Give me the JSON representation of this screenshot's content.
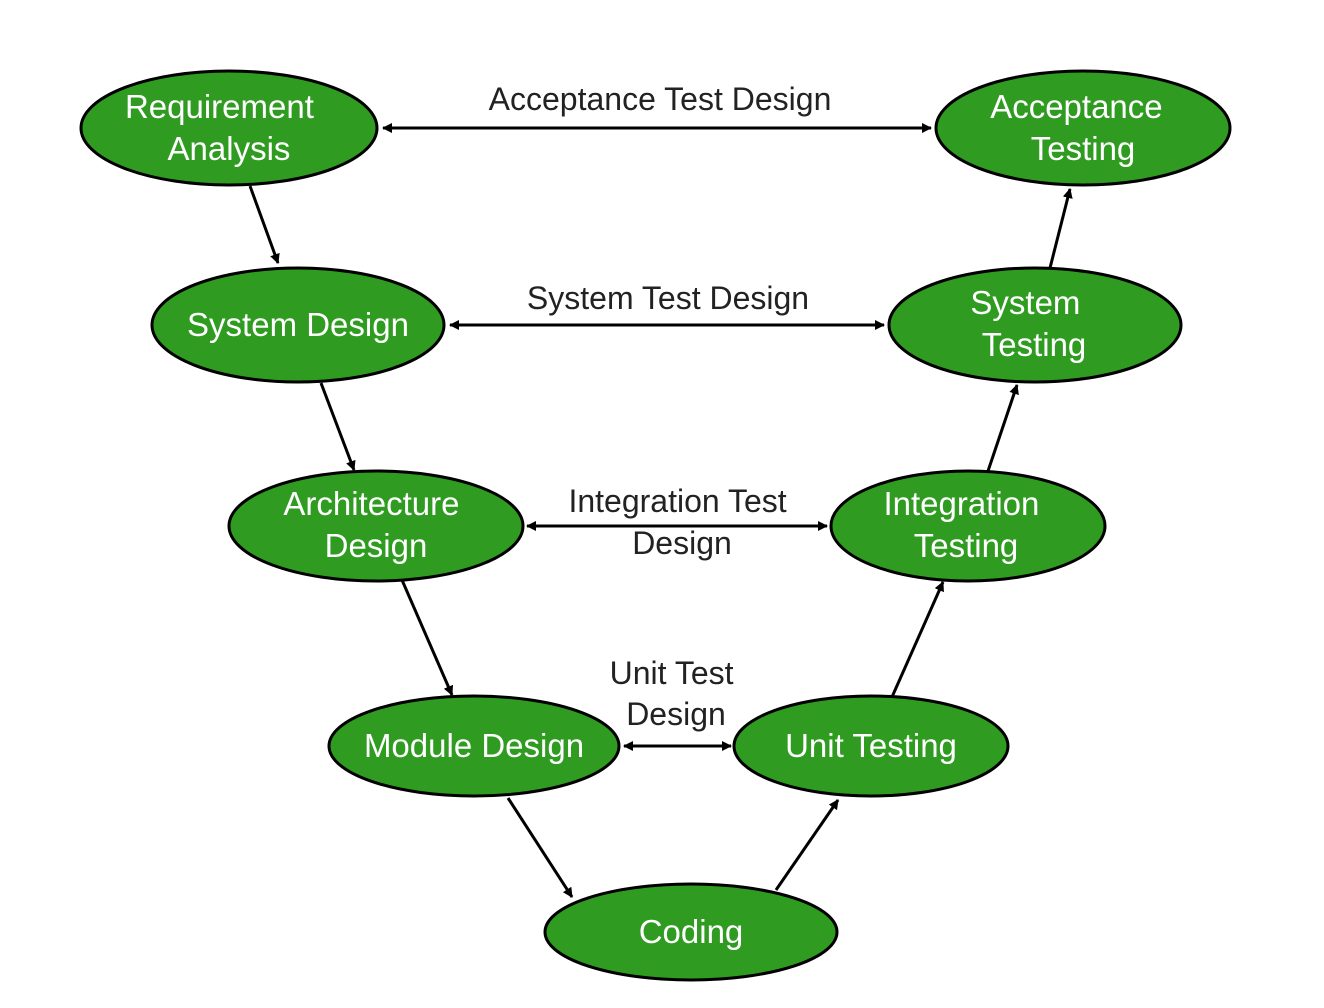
{
  "colors": {
    "node_fill": "#2f9c21",
    "node_stroke": "#000000",
    "node_text": "#ffffff",
    "edge_label_text": "#222222"
  },
  "nodes": {
    "requirement_analysis": {
      "line1": "Requirement",
      "line2": "Analysis"
    },
    "system_design": {
      "line1": "System Design"
    },
    "architecture_design": {
      "line1": "Architecture",
      "line2": "Design"
    },
    "module_design": {
      "line1": "Module Design"
    },
    "coding": {
      "line1": "Coding"
    },
    "unit_testing": {
      "line1": "Unit Testing"
    },
    "integration_testing": {
      "line1": "Integration",
      "line2": "Testing"
    },
    "system_testing": {
      "line1": "System",
      "line2": "Testing"
    },
    "acceptance_testing": {
      "line1": "Acceptance",
      "line2": "Testing"
    }
  },
  "edge_labels": {
    "acceptance": {
      "line1": "Acceptance Test Design"
    },
    "system": {
      "line1": "System Test Design"
    },
    "integration": {
      "line1": "Integration Test",
      "line2": "Design"
    },
    "unit": {
      "line1": "Unit Test",
      "line2": "Design"
    }
  }
}
